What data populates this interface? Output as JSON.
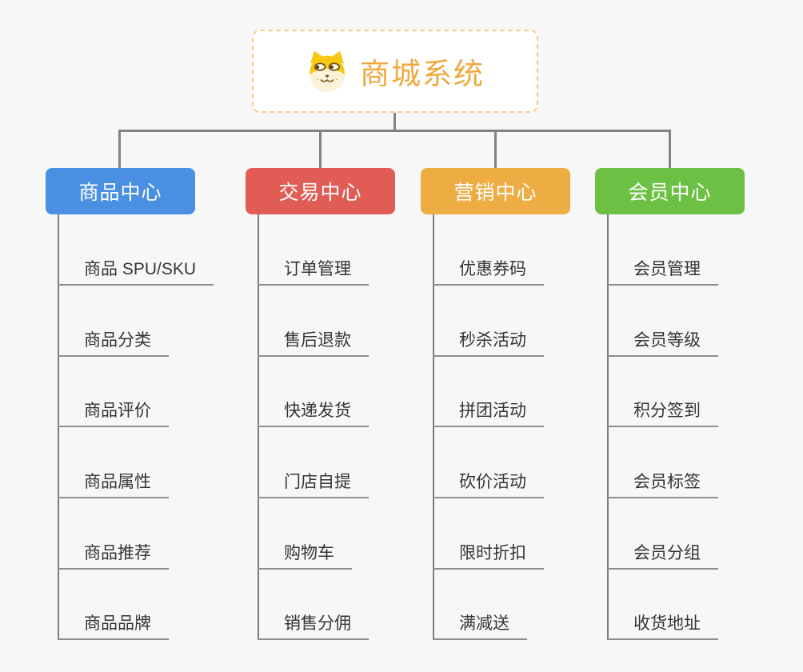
{
  "page": {
    "background": "#f7f7f7",
    "connector_color": "#828282"
  },
  "root": {
    "label": "商城系统",
    "icon": "shiba-dog-icon",
    "text_color": "#efaa3e",
    "border_color": "#f7cd85",
    "background": "#ffffff"
  },
  "branches": [
    {
      "label": "商品中心",
      "color": "#4a90e2",
      "children": [
        "商品 SPU/SKU",
        "商品分类",
        "商品评价",
        "商品属性",
        "商品推荐",
        "商品品牌"
      ]
    },
    {
      "label": "交易中心",
      "color": "#e25c56",
      "children": [
        "订单管理",
        "售后退款",
        "快递发货",
        "门店自提",
        "购物车",
        "销售分佣"
      ]
    },
    {
      "label": "营销中心",
      "color": "#eead43",
      "children": [
        "优惠券码",
        "秒杀活动",
        "拼团活动",
        "砍价活动",
        "限时折扣",
        "满减送"
      ]
    },
    {
      "label": "会员中心",
      "color": "#6cc144",
      "children": [
        "会员管理",
        "会员等级",
        "积分签到",
        "会员标签",
        "会员分组",
        "收货地址"
      ]
    }
  ]
}
